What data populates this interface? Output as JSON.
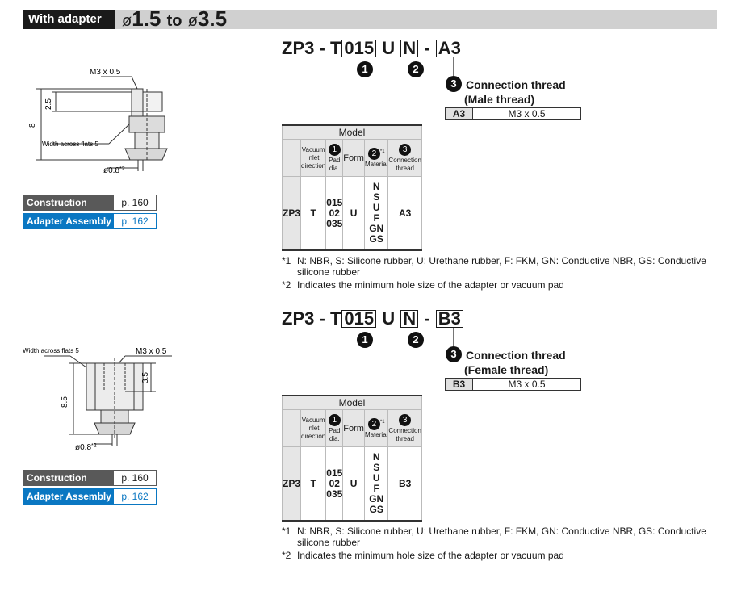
{
  "header": {
    "tag": "With adapter",
    "dia_symbol": "ø",
    "from": "1.5",
    "to_word": "to",
    "to": "3.5"
  },
  "code_common": {
    "prefix": "ZP3",
    "dash": "-",
    "type": "T",
    "pad": "015",
    "form": "U",
    "material": "N",
    "n1": "1",
    "n2": "2",
    "n3": "3"
  },
  "sections": [
    {
      "suffix": "A3",
      "conn_title": "Connection thread",
      "conn_sub": "(Male thread)",
      "thread_code": "A3",
      "thread_value": "M3 x 0.5",
      "drawing": {
        "thread_label": "M3 x 0.5",
        "dim_25": "2.5",
        "dim_8": "8",
        "flats": "Width across flats 5",
        "hole": "ø0.8",
        "hole_note": "*2"
      },
      "refs": [
        {
          "label": "Construction",
          "page": "p. 160"
        },
        {
          "label": "Adapter Assembly",
          "page": "p. 162"
        }
      ]
    },
    {
      "suffix": "B3",
      "conn_title": "Connection thread",
      "conn_sub": "(Female thread)",
      "thread_code": "B3",
      "thread_value": "M3 x 0.5",
      "drawing": {
        "thread_label": "M3 x 0.5",
        "dim_35": "3.5",
        "dim_85": "8.5",
        "flats": "Width across flats 5",
        "hole": "ø0.8",
        "hole_note": "*2"
      },
      "refs": [
        {
          "label": "Construction",
          "page": "p. 160"
        },
        {
          "label": "Adapter Assembly",
          "page": "p. 162"
        }
      ]
    }
  ],
  "model_table": {
    "caption": "Model",
    "h_vac": [
      "Vacuum",
      "inlet",
      "direction"
    ],
    "h_pad": "Pad dia.",
    "h_form": "Form",
    "h_mat": "Material",
    "h_mat_note": "*1",
    "h_conn": [
      "Connection",
      "thread"
    ],
    "row_head": "ZP3",
    "vac": "T",
    "pads": [
      "015",
      "02",
      "035"
    ],
    "form": "U",
    "materials": [
      "N",
      "S",
      "U",
      "F",
      "GN",
      "GS"
    ]
  },
  "notes": {
    "n1_mark": "*1",
    "n1_text": "N: NBR, S: Silicone rubber, U: Urethane rubber, F: FKM, GN: Conductive NBR, GS: Conductive silicone rubber",
    "n2_mark": "*2",
    "n2_text": "Indicates the minimum hole size of the adapter or vacuum pad"
  },
  "colors": {
    "construction_bg": "#595959",
    "adapter_bg": "#0a77c2",
    "adapter_text": "#0a77c2",
    "header_bar": "#d0d0d0"
  }
}
